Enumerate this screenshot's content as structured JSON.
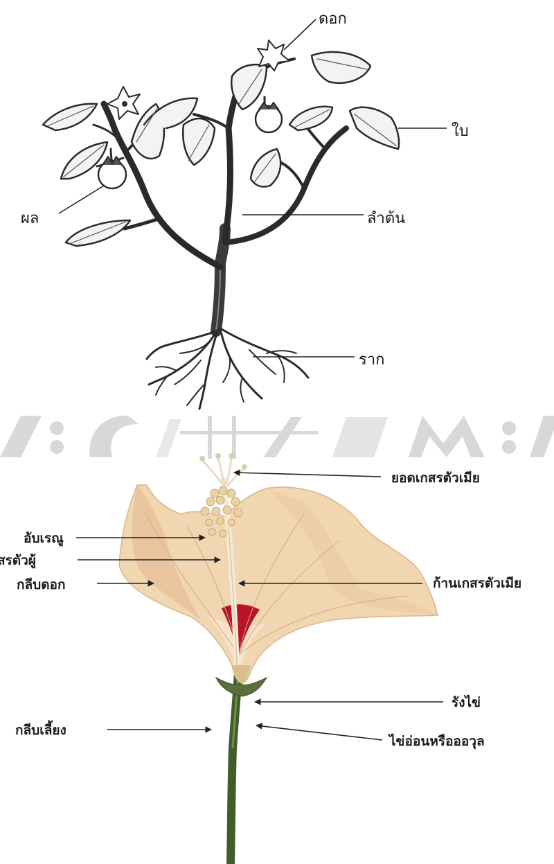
{
  "plant_diagram": {
    "labels": {
      "flower": "ดอก",
      "leaf": "ใบ",
      "fruit": "ผล",
      "stem": "ลำต้น",
      "root": "ราก"
    }
  },
  "flower_diagram": {
    "labels": {
      "stigma": "ยอดเกสรตัวเมีย",
      "anther": "อับเรณู",
      "stamen": "เกสรตัวผู้",
      "petal": "กลีบดอก",
      "style": "ก้านเกสรตัวเมีย",
      "ovary": "รังไข่",
      "sepal": "กลีบเลี้ยง",
      "ovule": "ไข่อ่อนหรือออวุล"
    }
  }
}
